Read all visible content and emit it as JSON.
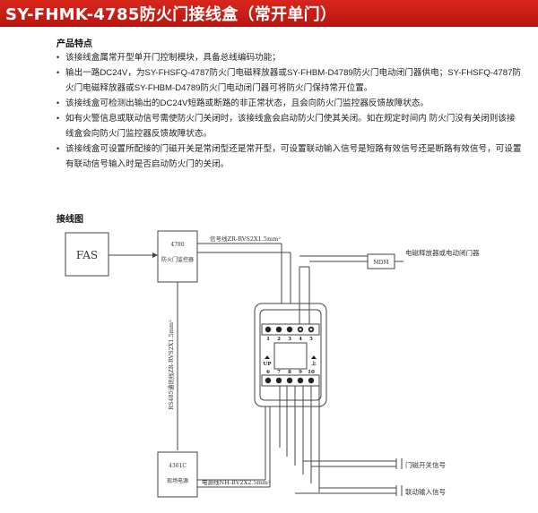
{
  "title": "SY-FHMK-4785防火门接线盒（常开单门）",
  "features_heading": "产品特点",
  "features": [
    "该接线盒属常开型单开门控制模块，具备总线编码功能；",
    "输出一路DC24V，为SY-FHSFQ-4787防火门电磁释放器或SY-FHBM-D4789防火门电动闭门器供电；SY-FHSFQ-4787防火门电磁释放器或SY-FHBM-D4789防火门电动闭门器可将防火门保持常开位置。",
    "该接线盒可检测出输出的DC24V短路或断路的非正常状态，且会向防火门监控器反馈故障状态。",
    "如有火警信息或联动信号需使防火门关闭时，该接线盒会启动防火门使其关闭。如在规定时间内 防火门没有关闭则该接线盒会向防火门监控器反馈故障状态。",
    "该接线盒可设置所配接的门磁开关是常闭型还是常开型，可设置联动输入信号是短路有效信号还是断路有效信号，可设置有联动信号输入时是否启动防火门的关闭。"
  ],
  "wiring_heading": "接线图",
  "diagram": {
    "fas_label": "FAS",
    "monitor_model": "4780",
    "monitor_name": "防火门监控器",
    "signal_line_label": "信号线ZR-RVS2X1.5mm²",
    "rs485_label": "RS485通讯线ZR-RVS2X1.5mm²",
    "power_model": "4361C",
    "power_name": "现场电源",
    "power_line_label": "电源线NH-BV2X2.5mm²",
    "mdm_label": "MDM",
    "mdm_desc": "电磁释放器或电动闭门器",
    "door_switch_label": "门磁开关信号",
    "linkage_label": "联动输入信号",
    "top_terminals": [
      "1",
      "2",
      "3",
      "4",
      "5"
    ],
    "bottom_terminals": [
      "6",
      "7",
      "8",
      "9",
      "10"
    ],
    "btn_left": "UP",
    "btn_right": "上"
  },
  "colors": {
    "title_bg": "#c81e16",
    "line": "#444444"
  }
}
